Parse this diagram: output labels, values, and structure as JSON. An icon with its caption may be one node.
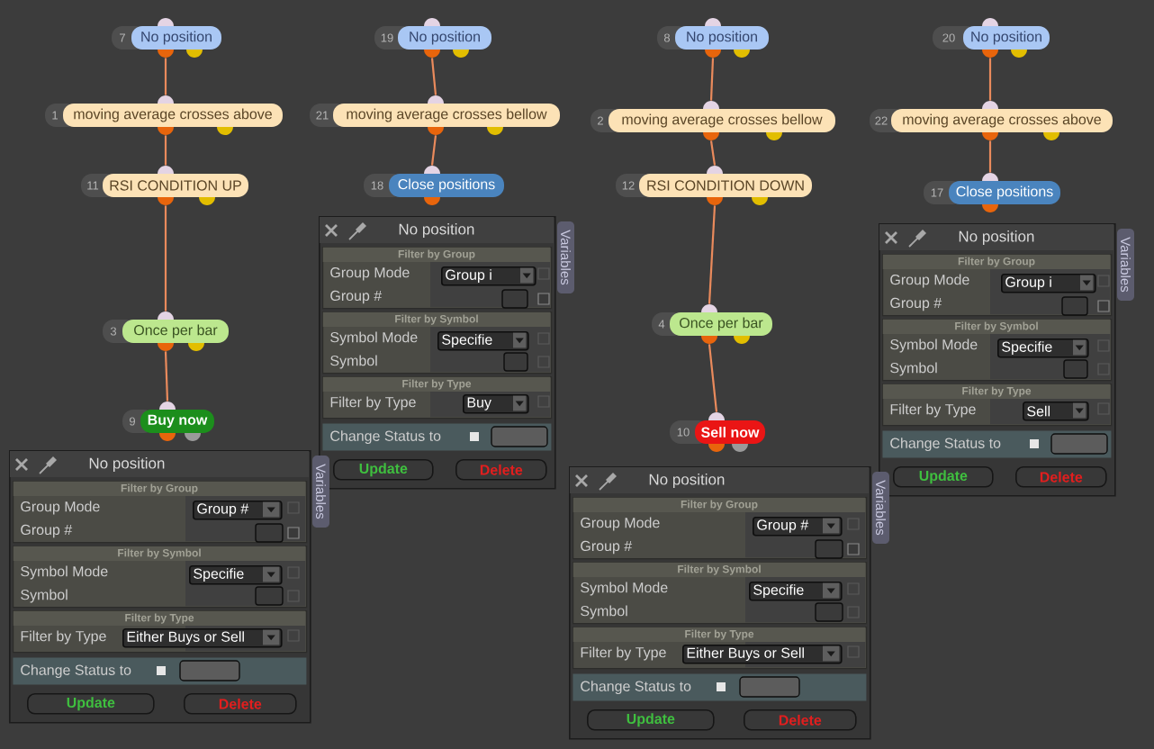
{
  "diagram": {
    "nodes": [
      {
        "text": [
          "7",
          "No position"
        ]
      },
      {
        "text": [
          "1",
          "moving average crosses above"
        ]
      },
      {
        "text": [
          "11",
          "RSI CONDITION UP"
        ]
      },
      {
        "text": [
          "3",
          "Once per bar"
        ]
      },
      {
        "text": [
          "9",
          "Buy now"
        ]
      },
      {
        "text": [
          "19",
          "No position"
        ]
      },
      {
        "text": [
          "21",
          "moving average crosses bellow"
        ]
      },
      {
        "text": [
          "18",
          "Close positions"
        ]
      },
      {
        "text": [
          "8",
          "No position"
        ]
      },
      {
        "text": [
          "2",
          "moving average crosses bellow"
        ]
      },
      {
        "text": [
          "12",
          "RSI CONDITION DOWN"
        ]
      },
      {
        "text": [
          "4",
          "Once per bar"
        ]
      },
      {
        "text": [
          "10",
          "Sell now"
        ]
      },
      {
        "text": [
          "20",
          "No position"
        ]
      },
      {
        "text": [
          "22",
          "moving average crosses above"
        ]
      },
      {
        "text": [
          "17",
          "Close positions"
        ]
      },
      {
        "text": [
          "No position"
        ]
      },
      {
        "text": [
          "Variables"
        ]
      },
      {
        "text": [
          "Filter by Group",
          "Group Mode",
          "Group #"
        ],
        "in": 16
      },
      {
        "text": [
          "Group i"
        ],
        "in": 18
      },
      {
        "text": [
          "Filter by Symbol",
          "Symbol Mode",
          "Symbol"
        ],
        "in": 16
      },
      {
        "text": [
          "Specifie"
        ],
        "in": 20
      },
      {
        "text": [
          "Filter by Type",
          "Filter by Type"
        ],
        "in": 16
      },
      {
        "text": [
          "Buy"
        ],
        "in": 22
      },
      {
        "text": [
          "Change Status to"
        ],
        "in": 16
      },
      {
        "text": [
          "Update"
        ],
        "in": 16
      },
      {
        "text": [
          "Delete"
        ],
        "in": 16
      },
      {
        "text": [
          "No position"
        ]
      },
      {
        "text": [
          "Variables"
        ]
      },
      {
        "text": [
          "Filter by Group",
          "Group Mode",
          "Group #"
        ],
        "in": 27
      },
      {
        "text": [
          "Group i"
        ],
        "in": 29
      },
      {
        "text": [
          "Filter by Symbol",
          "Symbol Mode",
          "Symbol"
        ],
        "in": 27
      },
      {
        "text": [
          "Specifie"
        ],
        "in": 31
      },
      {
        "text": [
          "Filter by Type",
          "Filter by Type"
        ],
        "in": 27
      },
      {
        "text": [
          "Sell"
        ],
        "in": 33
      },
      {
        "text": [
          "Change Status to"
        ],
        "in": 27
      },
      {
        "text": [
          "Update"
        ],
        "in": 27
      },
      {
        "text": [
          "Delete"
        ],
        "in": 27
      },
      {
        "text": [
          "No position"
        ]
      },
      {
        "text": [
          "Variables"
        ]
      },
      {
        "text": [
          "Filter by Group",
          "Group Mode",
          "Group #"
        ],
        "in": 38
      },
      {
        "text": [
          "Group #"
        ],
        "in": 40
      },
      {
        "text": [
          "Filter by Symbol",
          "Symbol Mode",
          "Symbol"
        ],
        "in": 38
      },
      {
        "text": [
          "Specifie"
        ],
        "in": 42
      },
      {
        "text": [
          "Filter by Type",
          "Filter by Type"
        ],
        "in": 38
      },
      {
        "text": [
          "Either Buys or Sell"
        ],
        "in": 44
      },
      {
        "text": [
          "Change Status to"
        ],
        "in": 38
      },
      {
        "text": [
          "Update"
        ],
        "in": 38
      },
      {
        "text": [
          "Delete"
        ],
        "in": 38
      },
      {
        "text": [
          "No position"
        ]
      },
      {
        "text": [
          "Variables"
        ]
      },
      {
        "text": [
          "Filter by Group",
          "Group Mode",
          "Group #"
        ],
        "in": 49
      },
      {
        "text": [
          "Group #"
        ],
        "in": 51
      },
      {
        "text": [
          "Filter by Symbol",
          "Symbol Mode",
          "Symbol"
        ],
        "in": 49
      },
      {
        "text": [
          "Specifie"
        ],
        "in": 53
      },
      {
        "text": [
          "Filter by Type",
          "Filter by Type"
        ],
        "in": 49
      },
      {
        "text": [
          "Either Buys or Sell"
        ],
        "in": 55
      },
      {
        "text": [
          "Change Status to"
        ],
        "in": 49
      },
      {
        "text": [
          "Update"
        ],
        "in": 49
      },
      {
        "text": [
          "Delete"
        ],
        "in": 49
      }
    ],
    "edges": [
      {
        "from": 0,
        "to": 1,
        "arrow": "none"
      },
      {
        "from": 1,
        "to": 2,
        "arrow": "none"
      },
      {
        "from": 2,
        "to": 3,
        "arrow": "none"
      },
      {
        "from": 3,
        "to": 4,
        "arrow": "none"
      },
      {
        "from": 5,
        "to": 6,
        "arrow": "none"
      },
      {
        "from": 6,
        "to": 7,
        "arrow": "none"
      },
      {
        "from": 8,
        "to": 9,
        "arrow": "none"
      },
      {
        "from": 9,
        "to": 10,
        "arrow": "none"
      },
      {
        "from": 10,
        "to": 11,
        "arrow": "none"
      },
      {
        "from": 11,
        "to": 12,
        "arrow": "none"
      },
      {
        "from": 13,
        "to": 14,
        "arrow": "none"
      },
      {
        "from": 14,
        "to": 15,
        "arrow": "none"
      }
    ]
  }
}
